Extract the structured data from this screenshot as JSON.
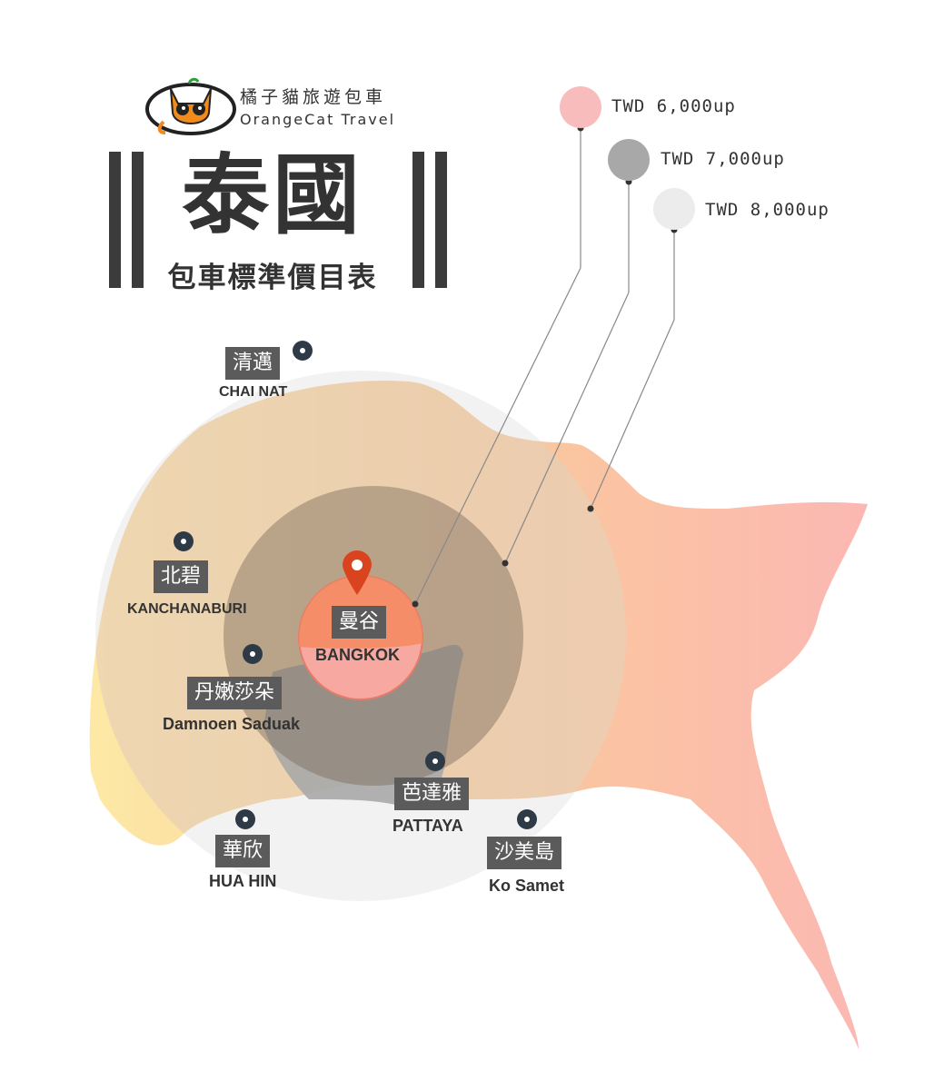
{
  "brand": {
    "name_cn": "橘子貓旅遊包車",
    "name_en": "OrangeCat Travel"
  },
  "title": "泰國",
  "subtitle": "包車標準價目表",
  "legend": [
    {
      "label": "TWD 6,000up",
      "color": "#f9bcbc"
    },
    {
      "label": "TWD 7,000up",
      "color": "#a8a8a8"
    },
    {
      "label": "TWD 8,000up",
      "color": "#ececec"
    }
  ],
  "locations": {
    "chiang_mai": {
      "cn": "清邁",
      "en": "CHAI NAT"
    },
    "kanchanaburi": {
      "cn": "北碧",
      "en": "KANCHANABURI"
    },
    "bangkok": {
      "cn": "曼谷",
      "en": "BANGKOK"
    },
    "damnoen": {
      "cn": "丹嫩莎朵",
      "en": "Damnoen Saduak"
    },
    "pattaya": {
      "cn": "芭達雅",
      "en": "PATTAYA"
    },
    "hua_hin": {
      "cn": "華欣",
      "en": "HUA HIN"
    },
    "ko_samet": {
      "cn": "沙美島",
      "en": "Ko Samet"
    }
  },
  "colors": {
    "pin": "#d9441f",
    "marker": "#2e3b47",
    "label_bg": "#5b5b5b",
    "bars": "#3b3b3b"
  },
  "icons": {
    "logo": "orange-cat-logo-icon",
    "pin": "location-pin-icon",
    "marker": "location-dot-icon"
  }
}
